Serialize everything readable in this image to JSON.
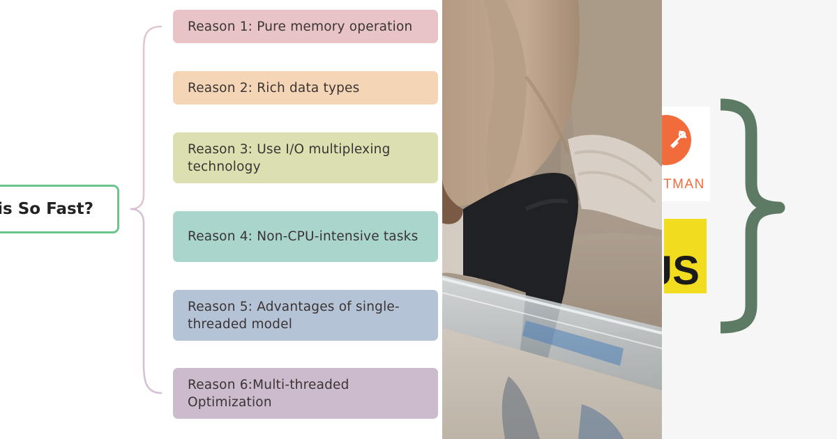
{
  "central_node": {
    "label": "is So Fast?",
    "border_color": "#6cc48a"
  },
  "connector_color": "#d8bcc8",
  "reasons": [
    {
      "label": "Reason 1: Pure memory operation",
      "color": "#e8c4c6"
    },
    {
      "label": "Reason 2: Rich data types",
      "color": "#f4d5b6"
    },
    {
      "label": "Reason 3: Use I/O multiplexing technology",
      "color": "#dce0b1"
    },
    {
      "label": "Reason 4: Non-CPU-intensive tasks",
      "color": "#a9d5cc"
    },
    {
      "label": "Reason 5: Advantages of single-threaded model",
      "color": "#b4c3d6"
    },
    {
      "label": "Reason 6:Multi-threaded Optimization",
      "color": "#cbbbcd"
    }
  ],
  "logos": {
    "postman": {
      "visible_text": "TMAN",
      "icon": "postman-rocket-icon",
      "color": "#f26b3a"
    },
    "javascript": {
      "visible_text": "JS",
      "icon": "javascript-icon",
      "color": "#f1dc1f"
    },
    "brace_color": "#5d7a64"
  }
}
